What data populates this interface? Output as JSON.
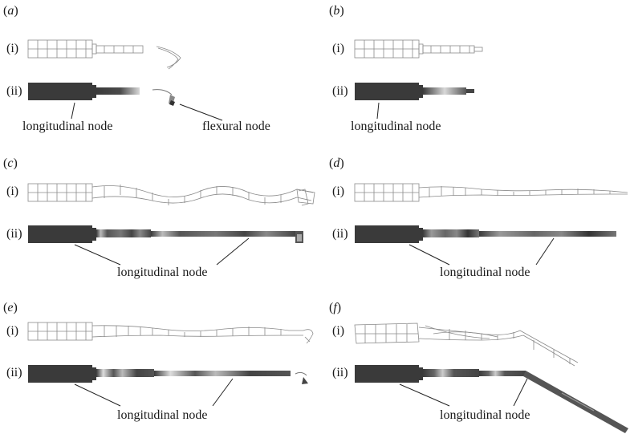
{
  "panels": [
    {
      "id": "a",
      "letter": "a",
      "row_i": "(i)",
      "row_ii": "(ii)",
      "annotations": [
        "longitudinal node",
        "flexural node"
      ]
    },
    {
      "id": "b",
      "letter": "b",
      "row_i": "(i)",
      "row_ii": "(ii)",
      "annotations": [
        "longitudinal node"
      ]
    },
    {
      "id": "c",
      "letter": "c",
      "row_i": "(i)",
      "row_ii": "(ii)",
      "annotations": [
        "longitudinal node"
      ]
    },
    {
      "id": "d",
      "letter": "d",
      "row_i": "(i)",
      "row_ii": "(ii)",
      "annotations": [
        "longitudinal node"
      ]
    },
    {
      "id": "e",
      "letter": "e",
      "row_i": "(i)",
      "row_ii": "(ii)",
      "annotations": [
        "longitudinal node"
      ]
    },
    {
      "id": "f",
      "letter": "f",
      "row_i": "(i)",
      "row_ii": "(ii)",
      "annotations": [
        "longitudinal node"
      ]
    }
  ],
  "colors": {
    "mesh": "#8a8a8a",
    "solid": "#3a3a3a",
    "highlight": "#d8d8d8",
    "leader": "#222222"
  }
}
